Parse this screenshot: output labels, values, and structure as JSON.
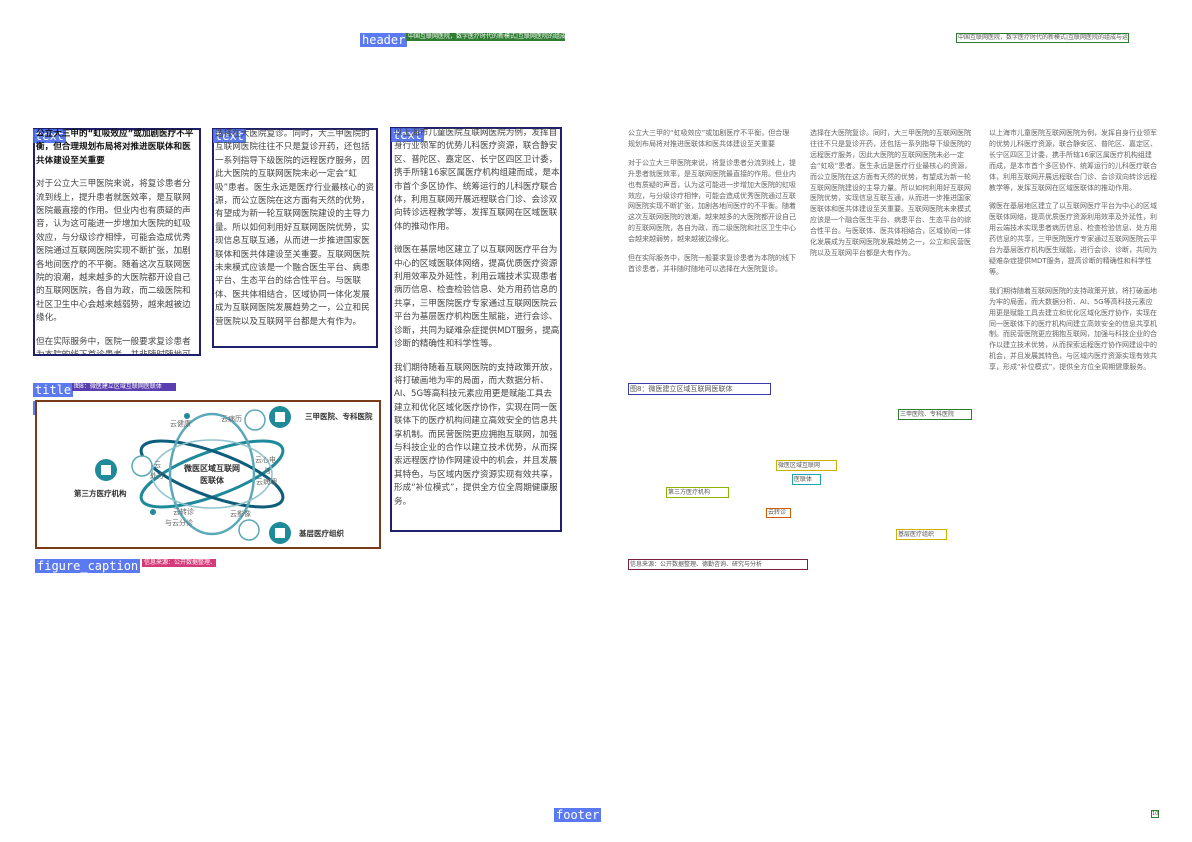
{
  "labels": {
    "header": "header",
    "text": "text",
    "title": "title",
    "figure": "figure",
    "figure_caption": "figure_caption",
    "footer": "footer"
  },
  "header_right": "中国互联网医院，数字医疗时代的新模式|互联网医院的组成与运营",
  "left_column": {
    "heading": "公立大三甲的“虹吸效应”或加剧医疗不平衡，但合理规划布局将对推进医联体和医共体建设至关重要",
    "p1": "对于公立大三甲医院来说，将复诊患者分流到线上，提升患者就医效率，是互联网医院最直接的作用。但业内也有质疑的声音，认为这可能进一步增加大医院的虹吸效应，与分级诊疗相悖，可能会造成优秀医院通过互联网医院实现不断扩张，加剧各地间医疗的不平衡。随着这次互联网医院的浪潮，越来越多的大医院都开设自己的互联网医院，各自为政，而二级医院和社区卫生中心会越来越弱势，越来越被边缘化。",
    "p2": "但在实际服务中，医院一般要求复诊患者为本院的线下首诊患者，并非随时随地可以选择在大医院复诊。"
  },
  "mid_column": {
    "p1": "选择在大医院复诊。同时，大三甲医院的互联网医院往往不只是复诊开药，还包括一系列指导下级医院的远程医疗服务，因此大医院的互联网医院未必一定会“虹吸”患者。医生永远是医疗行业最核心的资源，而公立医院在这方面有天然的优势，有望成为新一轮互联网医院建设的主导力量。所以如何利用好互联网医院优势，实现信息互联互通，从而进一步推进国家医联体和医共体建设至关重要。互联网医院未来模式应该是一个融合医生平台、病患平台、生态平台的综合性平台。与医联体、医共体相结合，区域协同一体化发展成为互联网医院发展趋势之一，公立和民营医院以及互联网平台都是大有作为。"
  },
  "right_column": {
    "p1": "以上海市儿童医院互联网医院为例，发挥自身行业领军的优势儿科医疗资源，联合静安区、普陀区、嘉定区、长宁区四区卫计委，携手所辖16家区属医疗机构组建而成，是本市首个多区协作、统筹运行的儿科医疗联合体，利用互联网开展远程联合门诊、会诊双向转诊远程教学等，发挥互联网在区域医联体的推动作用。",
    "p2": "微医在基层地区建立了以互联网医疗平台为中心的区域医联体网络，提高优质医疗资源利用效率及外延性，利用云端技术实现患者病历信息、检查检验信息、处方用药信息的共享，三甲医院医疗专家通过互联网医院云平台为基层医疗机构医生赋能，进行会诊、诊断，共同为疑难杂症提供MDT服务，提高诊断的精确性和科学性等。",
    "p3": "我们期待随着互联网医院的支持政策开放，将打破画地为牢的局面，而大数据分析、AI、5G等高科技元素应用更是赋能工具去建立和优化区域化医疗协作，实现在同一医联体下的医疗机构间建立高效安全的信息共享机制。而民营医院更应拥抱互联网，加强与科技企业的合作以建立技术优势，从而探索远程医疗协作网建设中的机会，并且发展其特色，与区域内医疗资源实现有效共享，形成“补位模式”，提供全方位全周期健康服务。"
  },
  "figure_title": "图8：微医建立区域互联网医联体",
  "figure": {
    "center": [
      "微医区域互联网",
      "医联体"
    ],
    "top_right_org": "三甲医院、专科医院",
    "left_org": "第三方医疗机构",
    "bottom_right_org": "基层医疗组织",
    "nodes": {
      "yunjiankang": "云健康",
      "yunbingli": "云病历",
      "yunchufang": [
        "云",
        "处方"
      ],
      "yunhuizhen": [
        "云心电",
        "与",
        "云病理"
      ],
      "yunzhuanzhen": [
        "云转诊",
        "与云分诊"
      ],
      "yunyingxiang": "云影像"
    }
  },
  "figure_source": "信息来源：公开数据整理、德勤咨询、研究与分析",
  "page_number": "10",
  "colors": {
    "tag_blue": "#4a6cf0",
    "box_navy": "#1f1f6b",
    "figure_border": "#7a3b1b",
    "teal": "#1f8a9a",
    "ring": "#5aa8b8"
  }
}
